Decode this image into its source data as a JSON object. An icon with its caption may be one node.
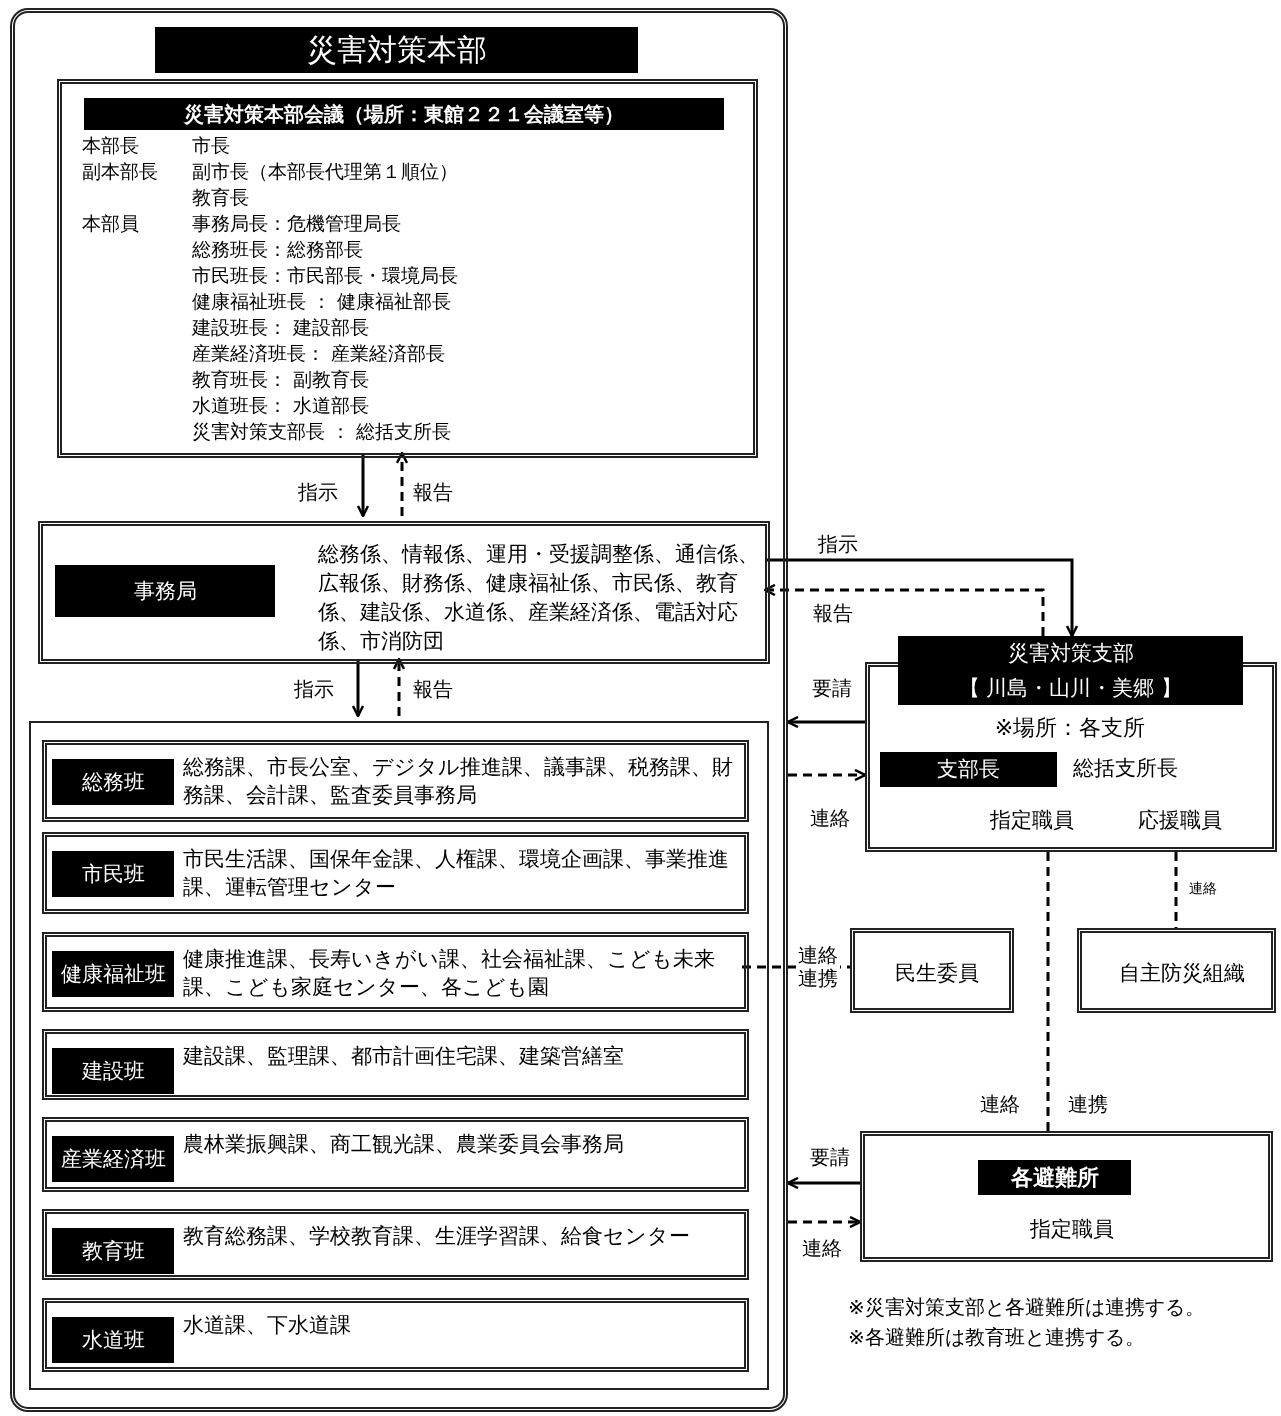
{
  "diagram": {
    "nodes": [
      {
        "text": [
          "災害対策本部"
        ]
      },
      {
        "text": [
          "災害対策本部会議（場所：東館２２１会議室等）",
          "本部長",
          "市長",
          "副本部長",
          "副市長（本部長代理第１順位）",
          "教育長",
          "本部員",
          "事務局長：危機管理局長",
          "総務班長：総務部長",
          "市民班長：市民部長・環境局長",
          "健康福祉班長 ： 健康福祉部長",
          "建設班長： 建設部長",
          "産業経済班長： 産業経済部長",
          "教育班長： 副教育長",
          "水道班長： 水道部長",
          "災害対策支部長 ： 総括支所長"
        ],
        "in": 0
      },
      {
        "text": [
          "事務局",
          "総務係、情報係、運用・受援調整係、通信係、広報係、財務係、健康福祉係、市民係、教育係、建設係、水道係、産業経済係、電話対応係、市消防団"
        ],
        "in": 0
      },
      {
        "text": [],
        "shape": "box",
        "in": 0
      },
      {
        "text": [
          "総務班",
          "総務課、市長公室、デジタル推進課、議事課、税務課、財務課、会計課、監査委員事務局"
        ],
        "in": 3
      },
      {
        "text": [
          "市民班",
          "市民生活課、国保年金課、人権課、環境企画課、事業推進課、運転管理センター"
        ],
        "in": 3
      },
      {
        "text": [
          "健康福祉班",
          "健康推進課、長寿いきがい課、社会福祉課、こども未来課、こども家庭センター、各こども園"
        ],
        "in": 3
      },
      {
        "text": [
          "建設班",
          "建設課、監理課、都市計画住宅課、建築営繕室"
        ],
        "in": 3
      },
      {
        "text": [
          "産業経済班",
          "農林業振興課、商工観光課、農業委員会事務局"
        ],
        "in": 3
      },
      {
        "text": [
          "教育班",
          "教育総務課、学校教育課、生涯学習課、給食センター"
        ],
        "in": 3
      },
      {
        "text": [
          "水道班",
          "水道課、下水道課"
        ],
        "in": 3
      },
      {
        "text": [
          "災害対策支部",
          "【 川島・山川・美郷 】",
          "※場所：各支所",
          "支部長",
          "総括支所長",
          "指定職員",
          "応援職員"
        ]
      },
      {
        "text": [
          "民生委員"
        ]
      },
      {
        "text": [
          "自主防災組織"
        ]
      },
      {
        "text": [
          "各避難所",
          "指定職員"
        ]
      }
    ],
    "edges": [
      {
        "from": 1,
        "to": 2,
        "arrow": "to",
        "label": "指示"
      },
      {
        "from": 2,
        "to": 1,
        "arrow": "to",
        "label": "報告",
        "style": "dashed"
      },
      {
        "from": 2,
        "to": 3,
        "arrow": "to",
        "label": "指示"
      },
      {
        "from": 3,
        "to": 2,
        "arrow": "to",
        "label": "報告",
        "style": "dashed"
      },
      {
        "from": 2,
        "to": 11,
        "arrow": "to",
        "label": "指示"
      },
      {
        "from": 11,
        "to": 2,
        "arrow": "to",
        "label": "報告",
        "style": "dashed"
      },
      {
        "from": 11,
        "to": 0,
        "arrow": "to",
        "label": "要請"
      },
      {
        "from": 0,
        "to": 11,
        "arrow": "to",
        "label": "連絡",
        "style": "dashed"
      },
      {
        "from": 6,
        "to": 12,
        "arrow": "none",
        "label": "連絡連携",
        "style": "dashed"
      },
      {
        "from": 11,
        "to": 14,
        "arrow": "none",
        "label": "連絡",
        "style": "dashed"
      },
      {
        "from": 11,
        "to": 13,
        "arrow": "none",
        "label": "連絡",
        "style": "dashed"
      },
      {
        "from": 14,
        "to": 0,
        "arrow": "to",
        "label": "要請"
      },
      {
        "from": 0,
        "to": 14,
        "arrow": "to",
        "label": "連絡",
        "style": "dashed"
      }
    ],
    "labels": [
      "連携",
      "※災害対策支部と各避難所は連携する。",
      "※各避難所は教育班と連携する。"
    ]
  }
}
